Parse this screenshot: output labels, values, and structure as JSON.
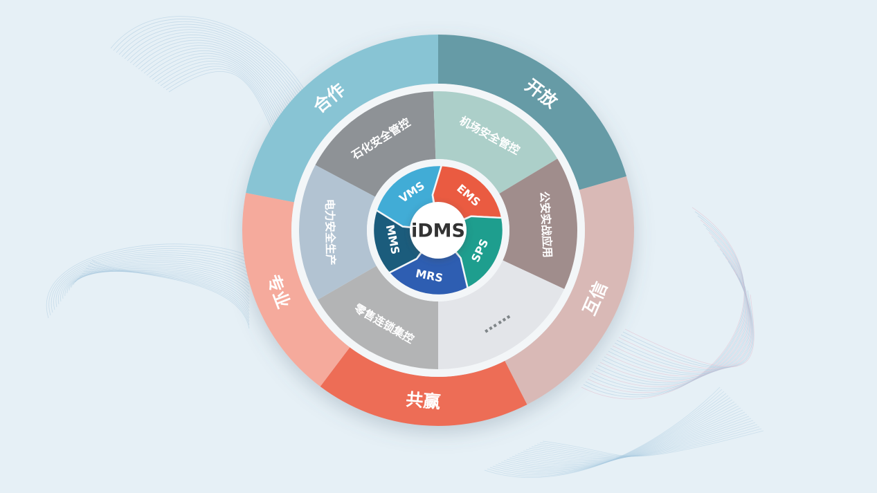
{
  "center": {
    "label": "iDMS"
  },
  "outer_ring": [
    {
      "label": "合作",
      "color": "#88c4d4"
    },
    {
      "label": "开放",
      "color": "#669ba6"
    },
    {
      "label": "互信",
      "color": "#d9b9b6"
    },
    {
      "label": "共赢",
      "color": "#ed6d57"
    },
    {
      "label": "专业",
      "color": "#f5aa9c"
    }
  ],
  "middle_ring": [
    {
      "label": "石化安全管控",
      "color": "#8e9296"
    },
    {
      "label": "机场安全管控",
      "color": "#accfc9"
    },
    {
      "label": "公安实战应用",
      "color": "#a08d8c"
    },
    {
      "label": "……",
      "color": "#e3e5e9"
    },
    {
      "label": "零售连锁集控",
      "color": "#b3b4b5"
    },
    {
      "label": "电力安全生产",
      "color": "#b2c3d2"
    }
  ],
  "inner_ring": [
    {
      "label": "VMS",
      "color": "#41acd6"
    },
    {
      "label": "EMS",
      "color": "#ea5b41"
    },
    {
      "label": "SPS",
      "color": "#1e9e8e"
    },
    {
      "label": "MRS",
      "color": "#2e5eb2"
    },
    {
      "label": "MMS",
      "color": "#1b5c7c"
    }
  ]
}
